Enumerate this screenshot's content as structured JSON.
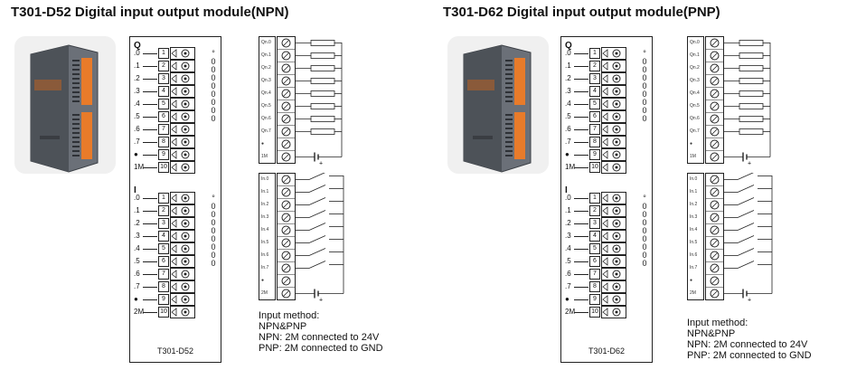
{
  "panels": [
    {
      "title": "T301-D52 Digital input output module(NPN)",
      "model": "T301-D52",
      "output_section": "Q",
      "input_section": "I",
      "pins_out": [
        ".0",
        ".1",
        ".2",
        ".3",
        ".4",
        ".5",
        ".6",
        ".7",
        "●",
        "1M"
      ],
      "pins_in": [
        ".0",
        ".1",
        ".2",
        ".3",
        ".4",
        ".5",
        ".6",
        ".7",
        "●",
        "2M"
      ],
      "terminals": [
        "1",
        "2",
        "3",
        "4",
        "5",
        "6",
        "7",
        "8",
        "9",
        "10"
      ],
      "wiring_out": [
        "Qn.0",
        "Qn.1",
        "Qn.2",
        "Qn.3",
        "Qn.4",
        "Qn.5",
        "Qn.6",
        "Qn.7",
        "●",
        "1M"
      ],
      "wiring_in": [
        "In.0",
        "In.1",
        "In.2",
        "In.3",
        "In.4",
        "In.5",
        "In.6",
        "In.7",
        "●",
        "2M"
      ],
      "note": [
        "Input method:",
        "NPN&PNP",
        "NPN: 2M connected to 24V",
        "PNP: 2M connected to GND"
      ]
    },
    {
      "title": "T301-D62 Digital input output module(PNP)",
      "model": "T301-D62",
      "output_section": "Q",
      "input_section": "I",
      "pins_out": [
        ".0",
        ".1",
        ".2",
        ".3",
        ".4",
        ".5",
        ".6",
        ".7",
        "●",
        "1M"
      ],
      "pins_in": [
        ".0",
        ".1",
        ".2",
        ".3",
        ".4",
        ".5",
        ".6",
        ".7",
        "●",
        "2M"
      ],
      "terminals": [
        "1",
        "2",
        "3",
        "4",
        "5",
        "6",
        "7",
        "8",
        "9",
        "10"
      ],
      "wiring_out": [
        "Qn.0",
        "Qn.1",
        "Qn.2",
        "Qn.3",
        "Qn.4",
        "Qn.5",
        "Qn.6",
        "Qn.7",
        "●",
        "1M"
      ],
      "wiring_in": [
        "In.0",
        "In.1",
        "In.2",
        "In.3",
        "In.4",
        "In.5",
        "In.6",
        "In.7",
        "●",
        "2M"
      ],
      "note": [
        "Input method:",
        "NPN&PNP",
        "NPN: 2M connected to 24V",
        "PNP: 2M connected to GND"
      ]
    }
  ],
  "colors": {
    "line": "#222222",
    "photo_bg": "#f0f0f0",
    "module_body": "#5a5f66",
    "connector": "#e87b2a"
  },
  "icons": [
    "screw-terminal-icon",
    "resistor-icon",
    "switch-icon",
    "battery-icon",
    "module-photo"
  ]
}
